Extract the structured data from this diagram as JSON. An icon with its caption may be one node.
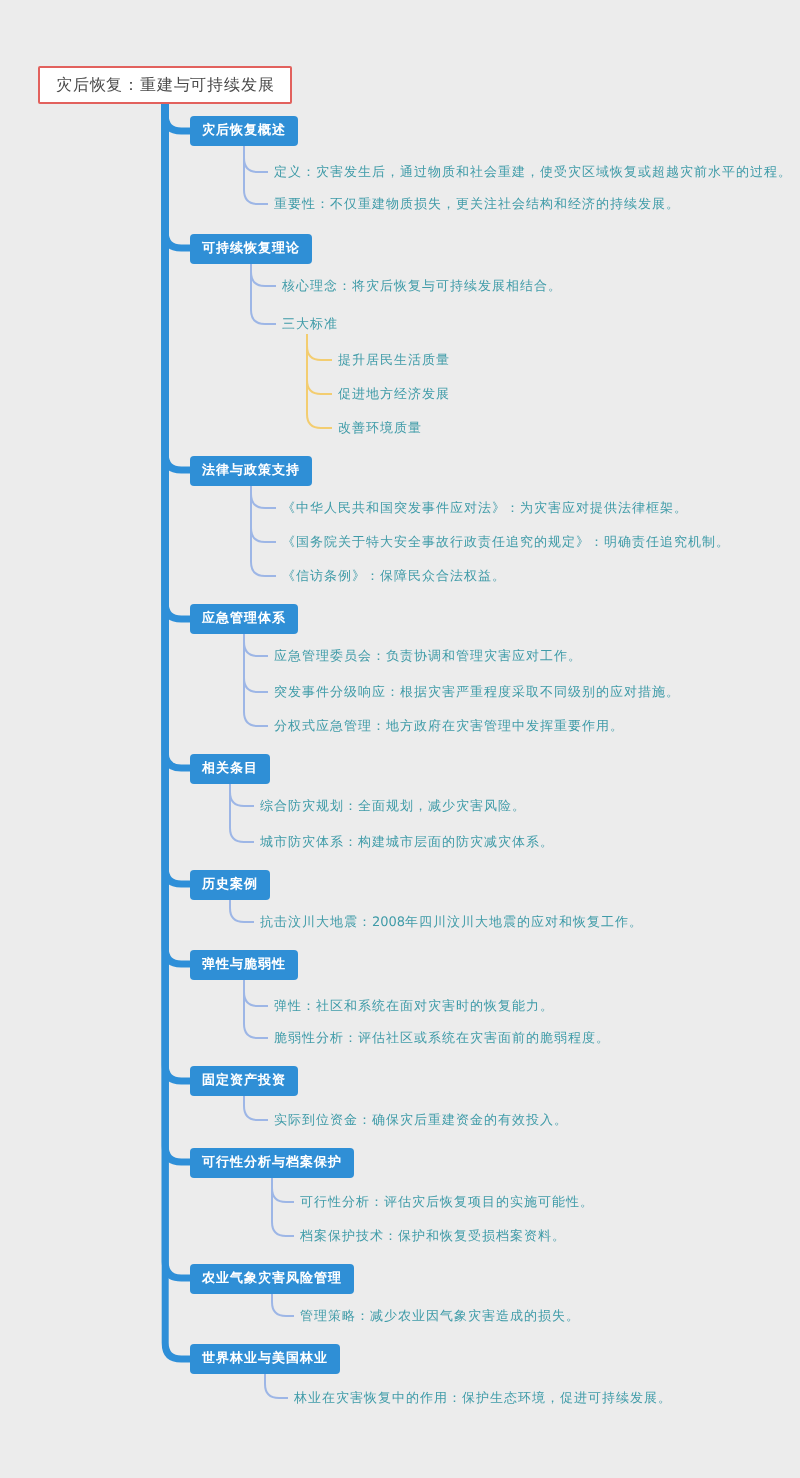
{
  "diagram": {
    "nodes": [
      {
        "text": [
          "灾后恢复：重建与可持续发展"
        ]
      },
      {
        "text": [
          "灾后恢复概述"
        ]
      },
      {
        "text": [
          "定义：灾害发生后，通过物质和社会重建，使受灾区域恢复或超越灾前水平的过程。"
        ]
      },
      {
        "text": [
          "重要性：不仅重建物质损失，更关注社会结构和经济的持续发展。"
        ]
      },
      {
        "text": [
          "可持续恢复理论"
        ]
      },
      {
        "text": [
          "核心理念：将灾后恢复与可持续发展相结合。"
        ]
      },
      {
        "text": [
          "三大标准"
        ]
      },
      {
        "text": [
          "提升居民生活质量"
        ]
      },
      {
        "text": [
          "促进地方经济发展"
        ]
      },
      {
        "text": [
          "改善环境质量"
        ]
      },
      {
        "text": [
          "法律与政策支持"
        ]
      },
      {
        "text": [
          "《中华人民共和国突发事件应对法》：为灾害应对提供法律框架。"
        ]
      },
      {
        "text": [
          "《国务院关于特大安全事故行政责任追究的规定》：明确责任追究机制。"
        ]
      },
      {
        "text": [
          "《信访条例》：保障民众合法权益。"
        ]
      },
      {
        "text": [
          "应急管理体系"
        ]
      },
      {
        "text": [
          "应急管理委员会：负责协调和管理灾害应对工作。"
        ]
      },
      {
        "text": [
          "突发事件分级响应：根据灾害严重程度采取不同级别的应对措施。"
        ]
      },
      {
        "text": [
          "分权式应急管理：地方政府在灾害管理中发挥重要作用。"
        ]
      },
      {
        "text": [
          "相关条目"
        ]
      },
      {
        "text": [
          "综合防灾规划：全面规划，减少灾害风险。"
        ]
      },
      {
        "text": [
          "城市防灾体系：构建城市层面的防灾减灾体系。"
        ]
      },
      {
        "text": [
          "历史案例"
        ]
      },
      {
        "text": [
          "抗击汶川大地震：2008年四川汶川大地震的应对和恢复工作。"
        ]
      },
      {
        "text": [
          "弹性与脆弱性"
        ]
      },
      {
        "text": [
          "弹性：社区和系统在面对灾害时的恢复能力。"
        ]
      },
      {
        "text": [
          "脆弱性分析：评估社区或系统在灾害面前的脆弱程度。"
        ]
      },
      {
        "text": [
          "固定资产投资"
        ]
      },
      {
        "text": [
          "实际到位资金：确保灾后重建资金的有效投入。"
        ]
      },
      {
        "text": [
          "可行性分析与档案保护"
        ]
      },
      {
        "text": [
          "可行性分析：评估灾后恢复项目的实施可能性。"
        ]
      },
      {
        "text": [
          "档案保护技术：保护和恢复受损档案资料。"
        ]
      },
      {
        "text": [
          "农业气象灾害风险管理"
        ]
      },
      {
        "text": [
          "管理策略：减少农业因气象灾害造成的损失。"
        ]
      },
      {
        "text": [
          "世界林业与美国林业"
        ]
      },
      {
        "text": [
          "林业在灾害恢复中的作用：保护生态环境，促进可持续发展。"
        ]
      }
    ],
    "edges": [
      {
        "from": 0,
        "to": 1,
        "arrow": "none",
        "style": "thick",
        "color": "#2e8fd8"
      },
      {
        "from": 0,
        "to": 4,
        "arrow": "none",
        "style": "thick",
        "color": "#2e8fd8"
      },
      {
        "from": 0,
        "to": 10,
        "arrow": "none",
        "style": "thick",
        "color": "#2e8fd8"
      },
      {
        "from": 0,
        "to": 14,
        "arrow": "none",
        "style": "thick",
        "color": "#2e8fd8"
      },
      {
        "from": 0,
        "to": 18,
        "arrow": "none",
        "style": "thick",
        "color": "#2e8fd8"
      },
      {
        "from": 0,
        "to": 21,
        "arrow": "none",
        "style": "thick",
        "color": "#2e8fd8"
      },
      {
        "from": 0,
        "to": 23,
        "arrow": "none",
        "style": "thick",
        "color": "#2e8fd8"
      },
      {
        "from": 0,
        "to": 26,
        "arrow": "none",
        "style": "thick",
        "color": "#2e8fd8"
      },
      {
        "from": 0,
        "to": 28,
        "arrow": "none",
        "style": "thick",
        "color": "#2e8fd8"
      },
      {
        "from": 0,
        "to": 31,
        "arrow": "none",
        "style": "thick",
        "color": "#2e8fd8"
      },
      {
        "from": 0,
        "to": 33,
        "arrow": "none",
        "style": "thick",
        "color": "#2e8fd8"
      },
      {
        "from": 1,
        "to": 2,
        "arrow": "none"
      },
      {
        "from": 1,
        "to": 3,
        "arrow": "none"
      },
      {
        "from": 4,
        "to": 5,
        "arrow": "none"
      },
      {
        "from": 4,
        "to": 6,
        "arrow": "none"
      },
      {
        "from": 6,
        "to": 7,
        "arrow": "none",
        "color": "#f3cd70"
      },
      {
        "from": 6,
        "to": 8,
        "arrow": "none",
        "color": "#f3cd70"
      },
      {
        "from": 6,
        "to": 9,
        "arrow": "none",
        "color": "#f3cd70"
      },
      {
        "from": 10,
        "to": 11,
        "arrow": "none"
      },
      {
        "from": 10,
        "to": 12,
        "arrow": "none"
      },
      {
        "from": 10,
        "to": 13,
        "arrow": "none"
      },
      {
        "from": 14,
        "to": 15,
        "arrow": "none"
      },
      {
        "from": 14,
        "to": 16,
        "arrow": "none"
      },
      {
        "from": 14,
        "to": 17,
        "arrow": "none"
      },
      {
        "from": 18,
        "to": 19,
        "arrow": "none"
      },
      {
        "from": 18,
        "to": 20,
        "arrow": "none"
      },
      {
        "from": 21,
        "to": 22,
        "arrow": "none"
      },
      {
        "from": 23,
        "to": 24,
        "arrow": "none"
      },
      {
        "from": 23,
        "to": 25,
        "arrow": "none"
      },
      {
        "from": 26,
        "to": 27,
        "arrow": "none"
      },
      {
        "from": 28,
        "to": 29,
        "arrow": "none"
      },
      {
        "from": 28,
        "to": 30,
        "arrow": "none"
      },
      {
        "from": 31,
        "to": 32,
        "arrow": "none"
      },
      {
        "from": 33,
        "to": 34,
        "arrow": "none"
      }
    ]
  }
}
